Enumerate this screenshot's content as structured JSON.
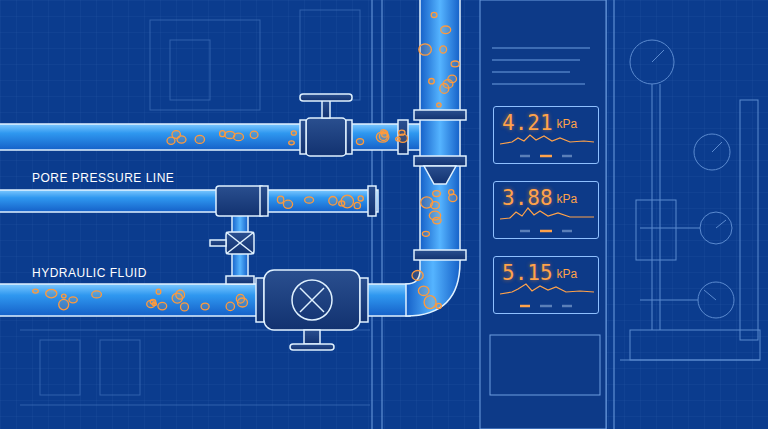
{
  "diagram": {
    "nodes": [
      {
        "text": [
          "4.21",
          "kPa"
        ]
      },
      {
        "text": [
          "3.88",
          "kPa"
        ]
      },
      {
        "text": [
          "5.15",
          "kPa"
        ]
      }
    ],
    "labels": [
      "PORE PRESSURE LINE",
      "HYDRAULIC FLUID"
    ]
  }
}
